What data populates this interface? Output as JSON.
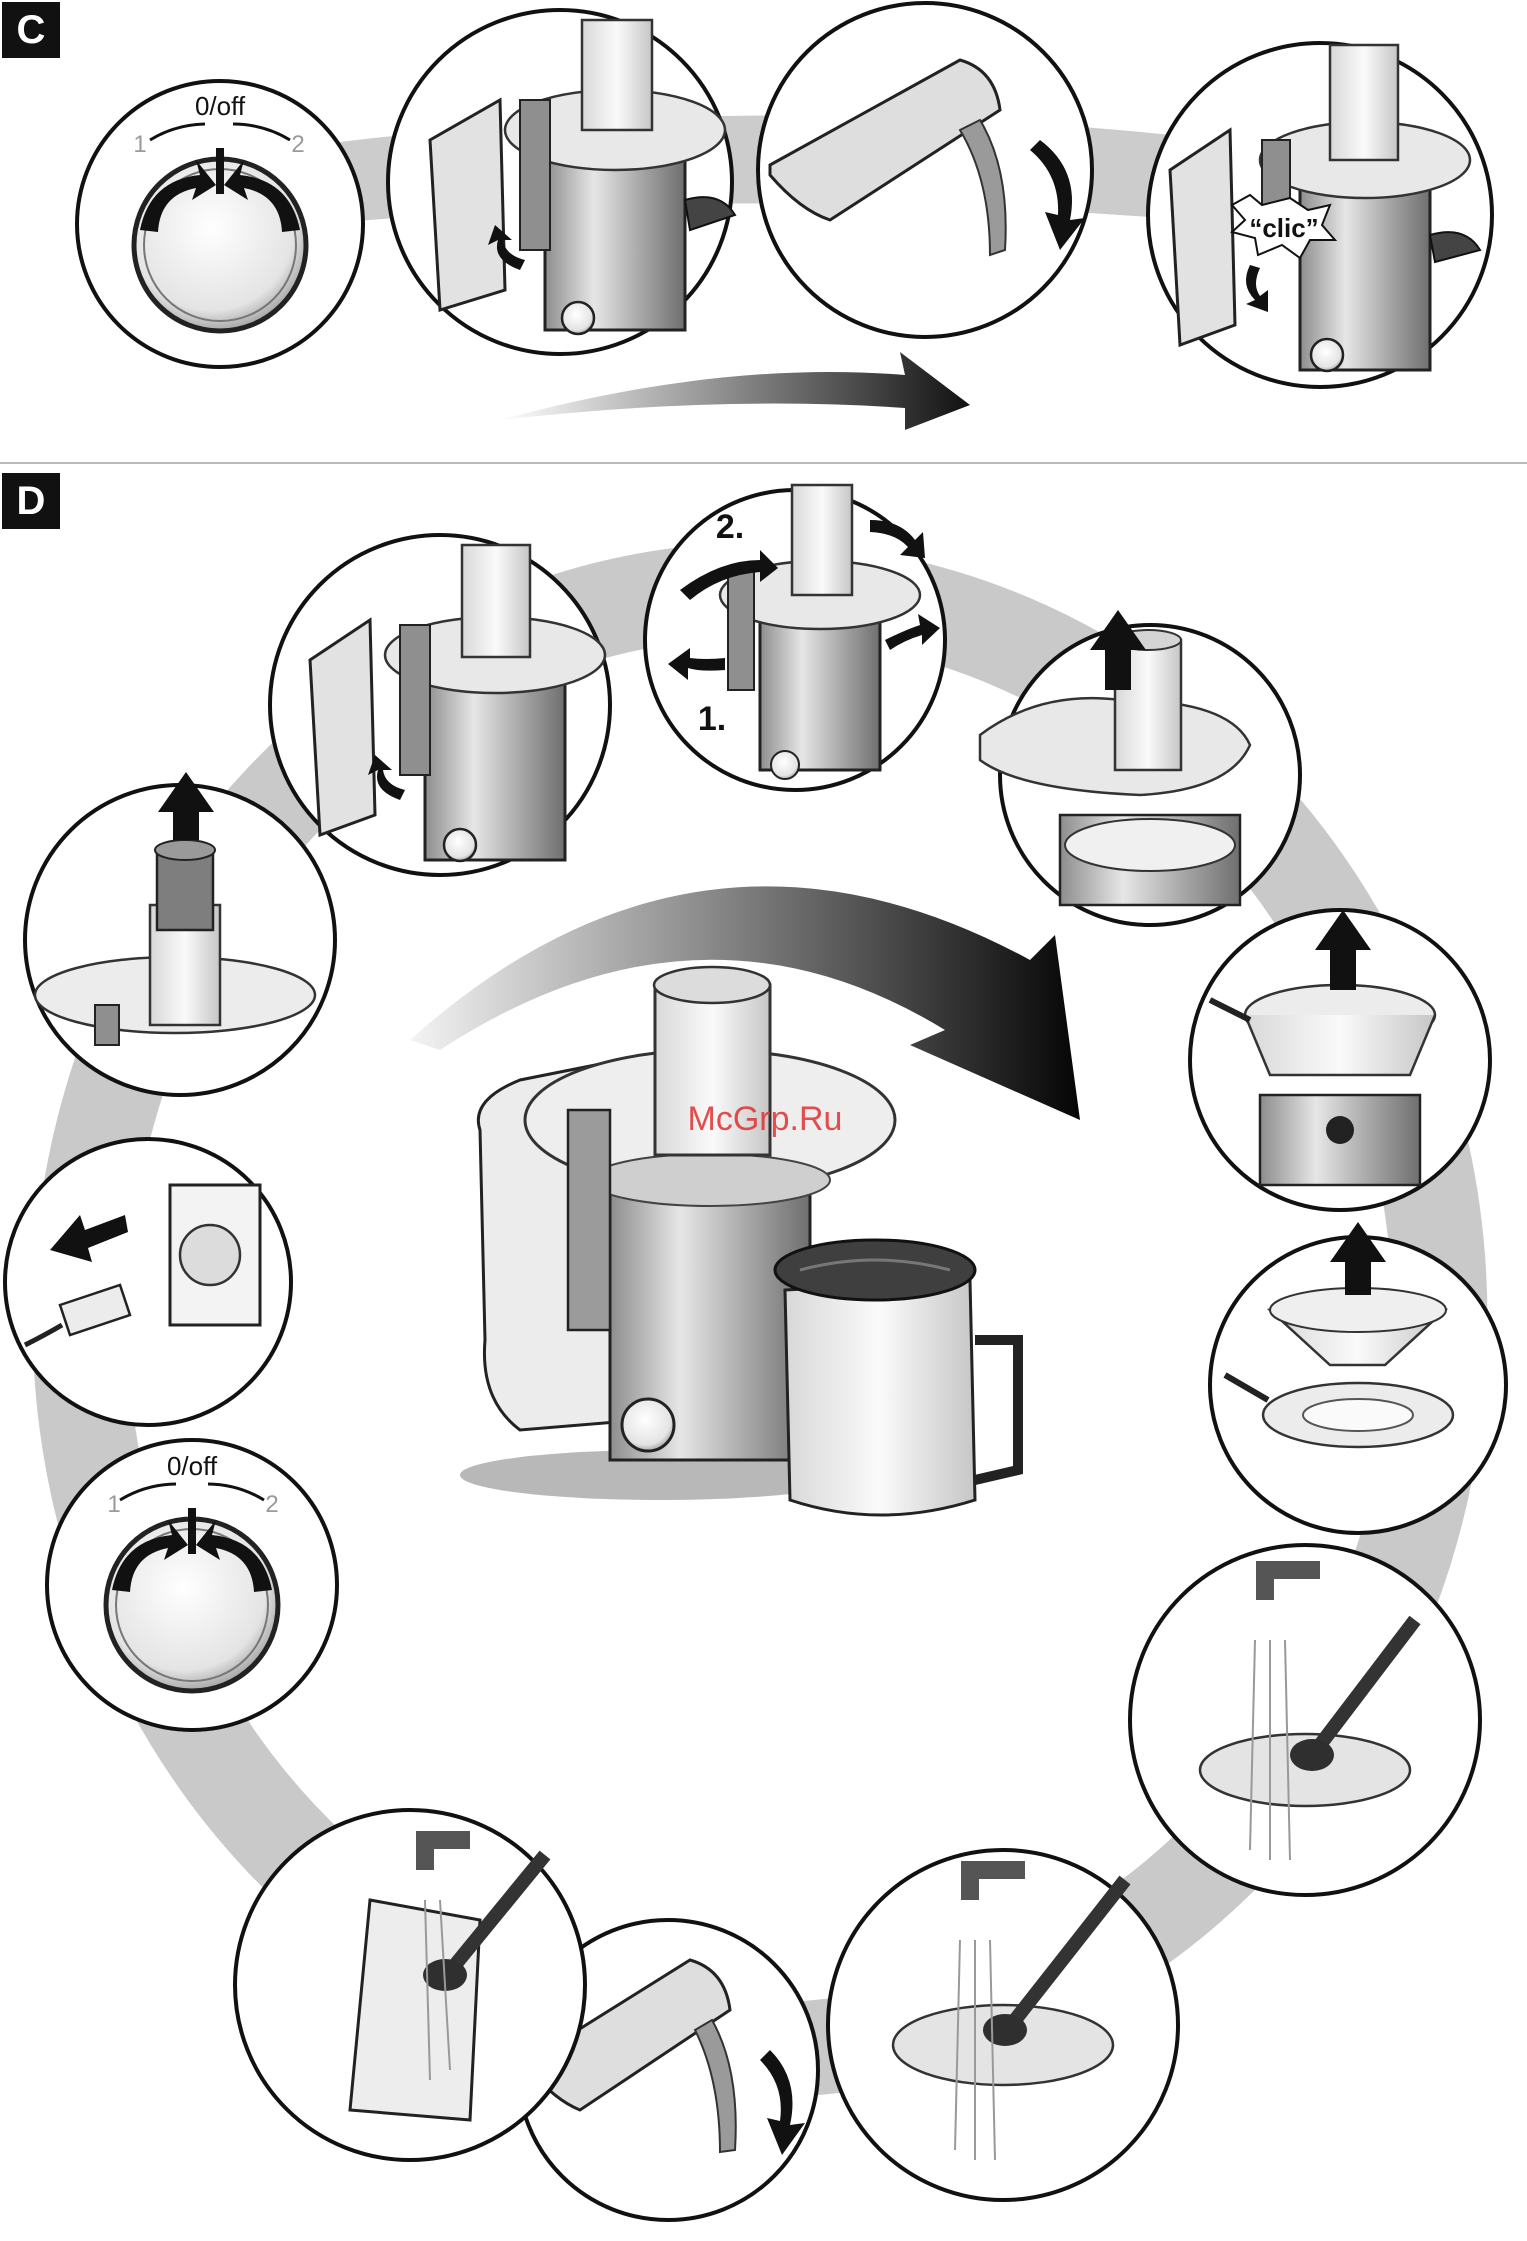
{
  "sections": {
    "c": {
      "letter": "C"
    },
    "d": {
      "letter": "D"
    }
  },
  "dial": {
    "off_label": "0/off",
    "left_label": "1",
    "right_label": "2"
  },
  "labels": {
    "clic": "“clic”",
    "step1": "1.",
    "step2": "2."
  },
  "watermark": "McGrp.Ru",
  "colors": {
    "band": "#c9c9c9",
    "ink": "#111111",
    "panel_bg": "#ffffff"
  }
}
